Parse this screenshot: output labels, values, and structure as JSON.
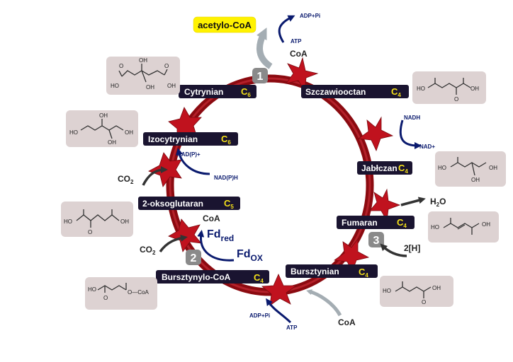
{
  "product": "acetylo-CoA",
  "metabolites": [
    {
      "name": "Cytrynian",
      "c": "C",
      "n": "6"
    },
    {
      "name": "Szczawiooctan",
      "c": "C",
      "n": "4"
    },
    {
      "name": "Izocytrynian",
      "c": "C",
      "n": "6"
    },
    {
      "name": "Jabłczan",
      "c": "C",
      "n": "4"
    },
    {
      "name": "2-oksoglutaran",
      "c": "C",
      "n": "5"
    },
    {
      "name": "Fumaran",
      "c": "C",
      "n": "4"
    },
    {
      "name": "Bursztynylo-CoA",
      "c": "C",
      "n": "4"
    },
    {
      "name": "Bursztynian",
      "c": "C",
      "n": "4"
    }
  ],
  "steps": [
    "1",
    "2",
    "3"
  ],
  "cofactors": {
    "adp_top": "ADP+Pi",
    "atp_top": "ATP",
    "coa_top": "CoA",
    "nadh": "NADH",
    "nad": "NAD+",
    "nadp_plus": "NAD(P)+",
    "nadph": "NAD(P)H",
    "co2_a": "CO",
    "co2_b": "CO",
    "sub2": "2",
    "coa_mid": "CoA",
    "fd_red": "Fd",
    "fd_red_sub": "red",
    "fd_ox": "Fd",
    "fd_ox_sub": "OX",
    "h2o": "H",
    "h2o_sub": "2",
    "h2o_o": "O",
    "h2": "2[H]",
    "adp_bottom": "ADP+Pi",
    "atp_bottom": "ATP",
    "coa_bottom": "CoA"
  },
  "structure_labels": {
    "oh": "OH",
    "ho": "HO",
    "o": "O",
    "o_coa": "O—CoA"
  },
  "colors": {
    "cycle": "#8b0a10",
    "enzyme_star": "#c0121e",
    "label_box": "#1a1430",
    "carbon_text": "#f5e11a",
    "product_box": "#fff200",
    "step_badge": "#8a8a8a",
    "reduced_cofactor": "#0a1a6e",
    "structure_box": "#ddd2d2",
    "gray_arrow": "#a4adb3",
    "dark_arrow": "#333333"
  }
}
